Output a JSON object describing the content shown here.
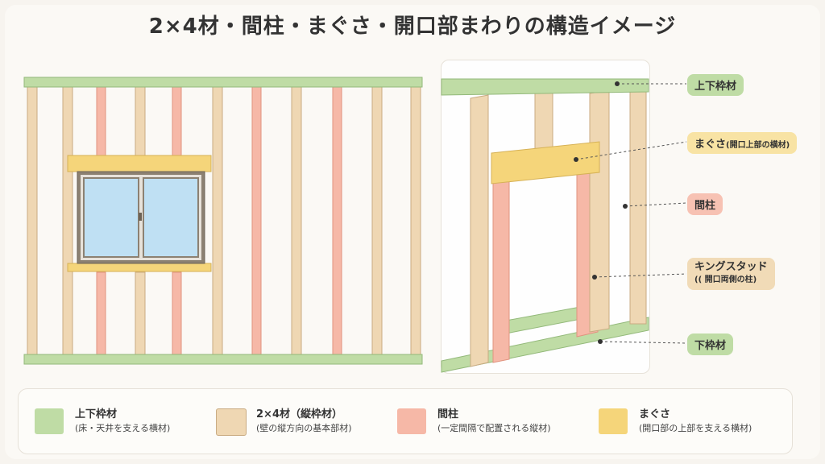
{
  "title": "2×4材・間柱・まぐさ・開口部まわりの構造イメージ",
  "colors": {
    "plate_green": "#bfdca5",
    "stud_tan": "#efd7b3",
    "mid_stud_pink": "#f6b8a7",
    "header_yellow": "#f5d57a",
    "glass_blue": "#bfe0f3"
  },
  "labels": {
    "top_bottom_plate": "上下枠材",
    "header": "まぐさ",
    "header_note": "(開口上部の横材)",
    "mid_stud": "間柱",
    "king_stud": "キングスタッド",
    "king_stud_note": "(( 開口両側の柱)",
    "bottom_plate": "下枠材"
  },
  "legend": [
    {
      "title": "上下枠材",
      "sub": "(床・天井を支える横材)",
      "swatch": "plate_green"
    },
    {
      "title": "2×4材（縦枠材）",
      "sub": "(壁の縦方向の基本部材)",
      "swatch": "stud_tan"
    },
    {
      "title": "間柱",
      "sub": "(一定間隔で配置される縦材)",
      "swatch": "mid_stud_pink"
    },
    {
      "title": "まぐさ",
      "sub": "(開口部の上部を支える横材)",
      "swatch": "header_yellow"
    }
  ]
}
